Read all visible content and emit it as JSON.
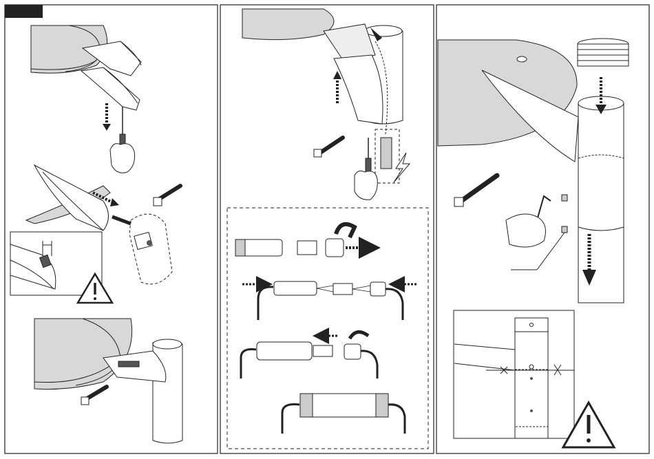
{
  "document": {
    "type": "assembly-instructions",
    "panels": [
      {
        "id": "panel-1",
        "steps": [
          "cover-removal",
          "arm-attachment",
          "arm-mounted"
        ],
        "warnings": 1
      },
      {
        "id": "panel-2",
        "steps": [
          "cable-routing",
          "connector-assembly"
        ],
        "warnings": 0
      },
      {
        "id": "panel-3",
        "steps": [
          "pole-insertion",
          "height-detail"
        ],
        "warnings": 1
      }
    ]
  },
  "icons": [
    "screwdriver-icon",
    "socket-wrench-icon",
    "allen-key-icon",
    "warning-triangle-icon",
    "lightning-icon",
    "push-arrow-icon",
    "rotate-arrow-icon"
  ],
  "colors": {
    "line": "#222222",
    "fill_grey": "#dcdcdc",
    "fill_dark": "#555555",
    "background": "#ffffff",
    "tab": "#222222"
  }
}
